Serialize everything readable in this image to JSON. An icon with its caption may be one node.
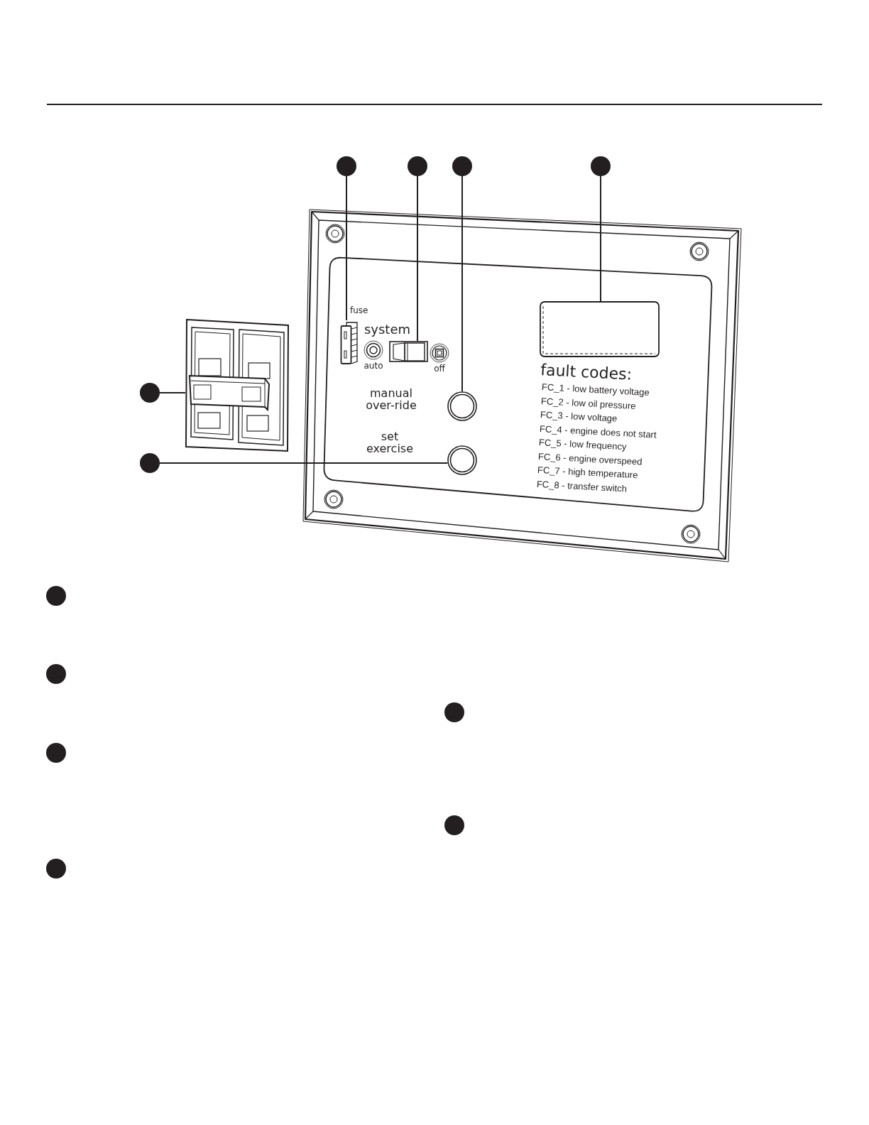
{
  "diagram": {
    "nodes": [
      {
        "text": [],
        "shape": "circle"
      },
      {
        "text": [],
        "shape": "circle"
      },
      {
        "text": [],
        "shape": "circle"
      },
      {
        "text": [],
        "shape": "circle"
      },
      {
        "text": [],
        "shape": "box"
      },
      {
        "text": [],
        "shape": "circle"
      },
      {
        "text": [],
        "shape": "picture"
      },
      {
        "text": [],
        "shape": "picture"
      },
      {
        "text": [],
        "shape": "picture"
      },
      {
        "text": [],
        "shape": "circle"
      },
      {
        "text": [],
        "shape": "circle"
      },
      {
        "text": [],
        "shape": "circle"
      },
      {
        "text": [],
        "shape": "circle"
      },
      {
        "text": [],
        "shape": "circle"
      },
      {
        "text": [],
        "shape": "circle"
      },
      {
        "text": [],
        "shape": "circle"
      },
      {
        "text": [],
        "shape": "circle"
      },
      {
        "text": [],
        "shape": "circle"
      }
    ],
    "edges": [
      {
        "from": 0,
        "to": 7,
        "arrow": "none"
      },
      {
        "from": 1,
        "to": 8,
        "arrow": "none"
      },
      {
        "from": 2,
        "to": 9,
        "arrow": "none"
      },
      {
        "from": 3,
        "to": 4,
        "arrow": "none"
      },
      {
        "from": 5,
        "to": 6,
        "arrow": "none"
      },
      {
        "from": 10,
        "to": 11,
        "arrow": "none"
      }
    ],
    "labels": [
      "fuse",
      "system",
      "auto",
      "off",
      "manual over-ride",
      "set exercise",
      "fault codes:",
      "FC_1 - low battery voltage",
      "FC_2 - low oil pressure",
      "FC_3 - low voltage",
      "FC_4 - engine does not start",
      "FC_5 - low frequency",
      "FC_6 - engine overspeed",
      "FC_7 - high temperature",
      "FC_8 - transfer switch"
    ]
  }
}
